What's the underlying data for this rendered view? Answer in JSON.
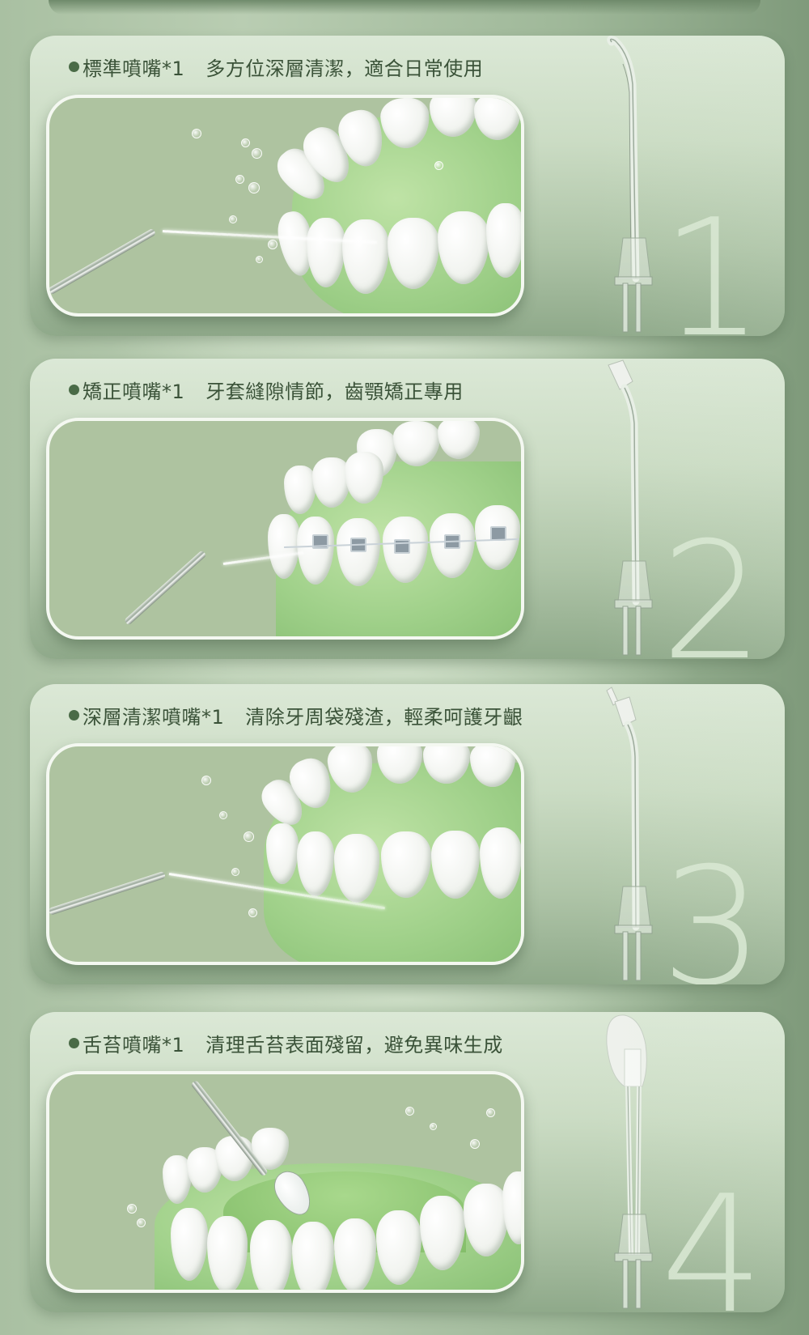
{
  "theme": {
    "title_color": "#3a5238",
    "bullet_color": "#4a6b47",
    "panel_light": "#dbe8d6",
    "panel_dark": "#8fa98a",
    "frame_border": "#f4f8f1",
    "frame_bg": "#aec3a0",
    "number_color": "#d8e7d2"
  },
  "panels": [
    {
      "name": "標準噴嘴*1",
      "description": "多方位深層清潔，適合日常使用",
      "number": "1",
      "nozzle_type": "standard-nozzle",
      "illustration": "water jet cleaning between molars"
    },
    {
      "name": "矯正噴嘴*1",
      "description": "牙套縫隙情節，齒顎矯正專用",
      "number": "2",
      "nozzle_type": "orthodontic-nozzle",
      "illustration": "water jet cleaning teeth with braces"
    },
    {
      "name": "深層清潔噴嘴*1",
      "description": "清除牙周袋殘渣，輕柔呵護牙齦",
      "number": "3",
      "nozzle_type": "periodontal-nozzle",
      "illustration": "water jet cleaning gum line"
    },
    {
      "name": "舌苔噴嘴*1",
      "description": "清理舌苔表面殘留，避免異味生成",
      "number": "4",
      "nozzle_type": "tongue-cleaner-nozzle",
      "illustration": "tongue scraper cleaning tongue surface"
    }
  ]
}
